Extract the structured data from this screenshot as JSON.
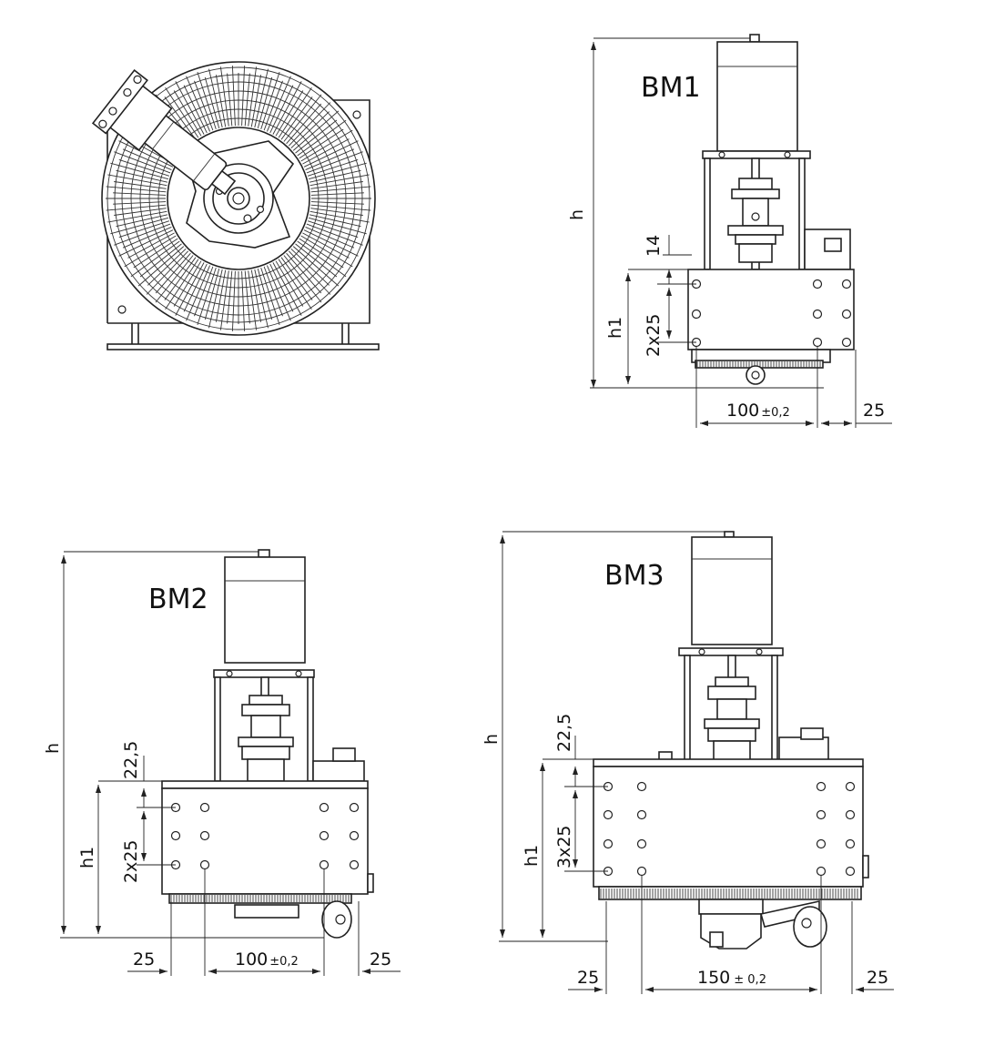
{
  "views": {
    "bm1": {
      "title": "BM1",
      "dims": {
        "h": "h",
        "h1": "h1",
        "step": "14",
        "pitch": "2x25",
        "width_main": "100",
        "width_tol": "±0,2",
        "edge": "25"
      }
    },
    "bm2": {
      "title": "BM2",
      "dims": {
        "h": "h",
        "h1": "h1",
        "step": "22,5",
        "pitch": "2x25",
        "width_main": "100",
        "width_tol": "±0,2",
        "edge_left": "25",
        "edge_right": "25"
      }
    },
    "bm3": {
      "title": "BM3",
      "dims": {
        "h": "h",
        "h1": "h1",
        "step": "22,5",
        "pitch": "3x25",
        "width_main": "150",
        "width_tol": "± 0,2",
        "edge_left": "25",
        "edge_right": "25"
      }
    }
  }
}
